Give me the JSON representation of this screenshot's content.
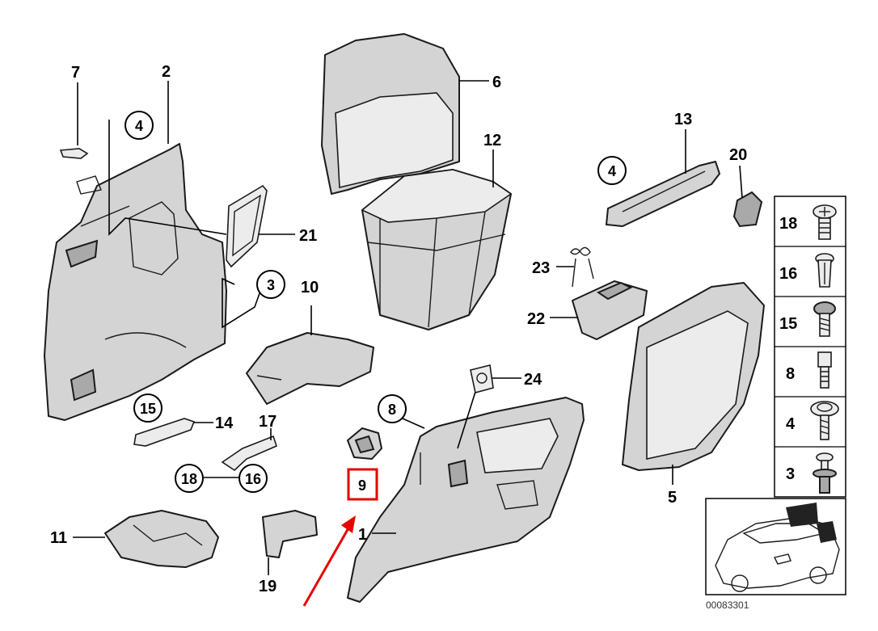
{
  "labels": {
    "p1": "1",
    "p2": "2",
    "p3": "3",
    "p4": "4",
    "p5": "5",
    "p6": "6",
    "p7": "7",
    "p8": "8",
    "p9": "9",
    "p10": "10",
    "p11": "11",
    "p12": "12",
    "p13": "13",
    "p14": "14",
    "p15": "15",
    "p16": "16",
    "p17": "17",
    "p18": "18",
    "p19": "19",
    "p20": "20",
    "p21": "21",
    "p22": "22",
    "p23": "23",
    "p24": "24"
  },
  "side_panel": [
    "18",
    "16",
    "15",
    "8",
    "4",
    "3"
  ],
  "catalog_number": "00083301",
  "highlight_color": "#e60000"
}
